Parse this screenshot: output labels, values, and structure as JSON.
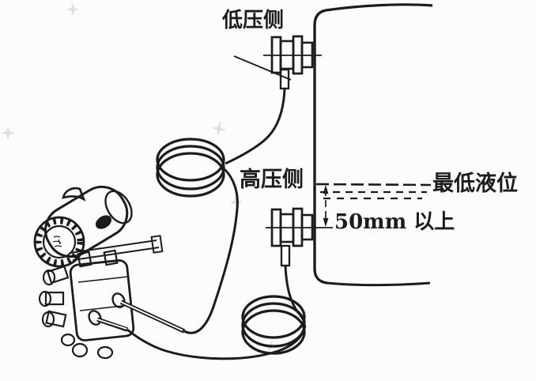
{
  "figure": {
    "type": "installation-diagram",
    "subject": "differential-pressure-transmitter-on-tank",
    "background_color": "#fcfcfb",
    "line_color": "#1e1c1a",
    "watermark_color": "#c7c5c2",
    "labels": {
      "low_pressure_side": "低压侧",
      "high_pressure_side": "高压侧",
      "min_liquid_level": "最低液位",
      "min_distance": "50mm 以上"
    },
    "parts": [
      "pressure-transmitter",
      "capillary-coil-upper",
      "capillary-coil-lower",
      "upper-tap-flange",
      "lower-tap-flange",
      "tank-outline",
      "liquid-level-line",
      "dimension-line"
    ]
  }
}
